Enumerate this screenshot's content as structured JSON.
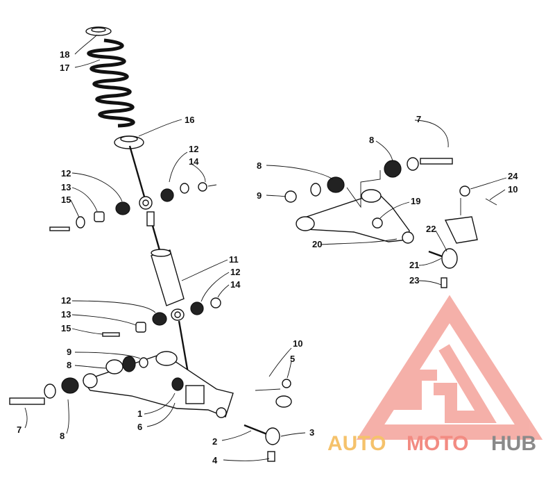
{
  "callouts": {
    "c1": "1",
    "c2": "2",
    "c3": "3",
    "c4": "4",
    "c5": "5",
    "c6": "6",
    "c7a": "7",
    "c7b": "7",
    "c8a": "8",
    "c8b": "8",
    "c8c": "8",
    "c8d": "8",
    "c9a": "9",
    "c9b": "9",
    "c10a": "10",
    "c10b": "10",
    "c11": "11",
    "c12a": "12",
    "c12b": "12",
    "c12c": "12",
    "c12d": "12",
    "c13a": "13",
    "c13b": "13",
    "c14a": "14",
    "c14b": "14",
    "c15a": "15",
    "c15b": "15",
    "c16": "16",
    "c17": "17",
    "c18": "18",
    "c19": "19",
    "c20": "20",
    "c21": "21",
    "c22": "22",
    "c23": "23",
    "c24": "24"
  },
  "watermark": {
    "word_auto": "AUTO",
    "word_moto": "MOTO",
    "word_hub": "HUB",
    "colors": {
      "auto": "#f5c26b",
      "moto": "#f28b82",
      "hub": "#8a8a8a",
      "logo": "#f4a39b"
    }
  }
}
